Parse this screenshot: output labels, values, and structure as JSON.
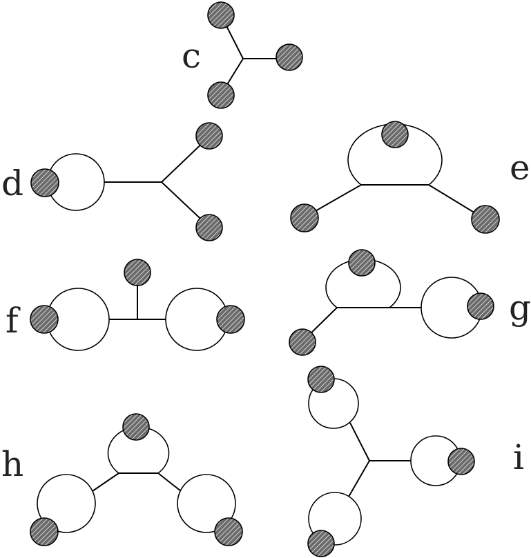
{
  "diagrams": [
    {
      "id": "c",
      "label": "c"
    },
    {
      "id": "d",
      "label": "d"
    },
    {
      "id": "e",
      "label": "e"
    },
    {
      "id": "f",
      "label": "f"
    },
    {
      "id": "g",
      "label": "g"
    },
    {
      "id": "h",
      "label": "h"
    },
    {
      "id": "i",
      "label": "i"
    }
  ],
  "style": {
    "line_color": "#000000",
    "blob_fill": "#6a6a6a",
    "hatch_color": "#ffffff",
    "loop_fill": "#ffffff"
  }
}
